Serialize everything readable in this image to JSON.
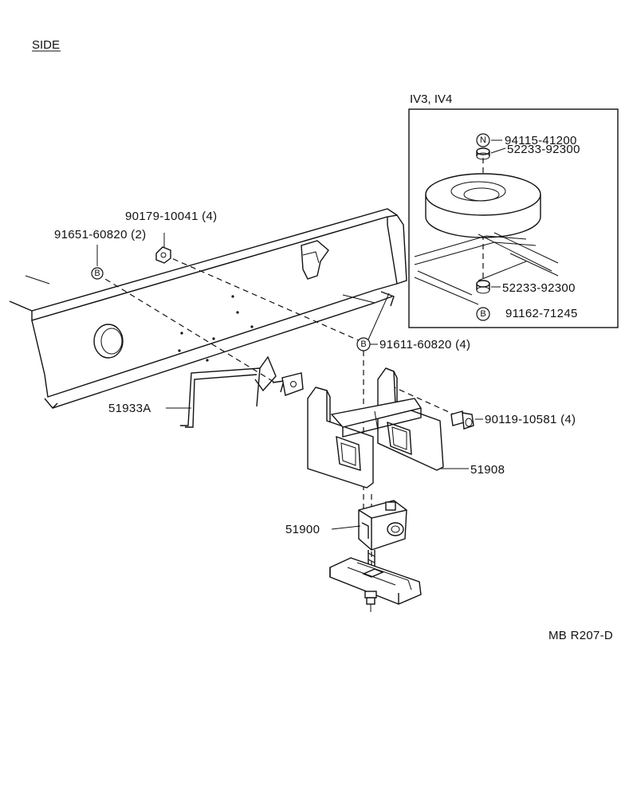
{
  "view_label": "SIDE",
  "inset": {
    "title": "IV3, IV4",
    "parts": [
      {
        "part_no": "94115-41200",
        "badge": "N"
      },
      {
        "part_no": "52233-92300"
      },
      {
        "part_no": "52233-92300"
      },
      {
        "part_no": "91162-71245",
        "badge": "B"
      }
    ]
  },
  "callouts": {
    "p90179": "90179-10041 (4)",
    "p91651": "91651-60820 (2)",
    "p91611": "91611-60820 (4)",
    "p90119": "90119-10581 (4)",
    "p51933a": "51933A",
    "p51908": "51908",
    "p51900": "51900"
  },
  "badges": {
    "bolt_a": "B",
    "bolt_b": "B"
  },
  "drawing_code": "MB R207-D"
}
